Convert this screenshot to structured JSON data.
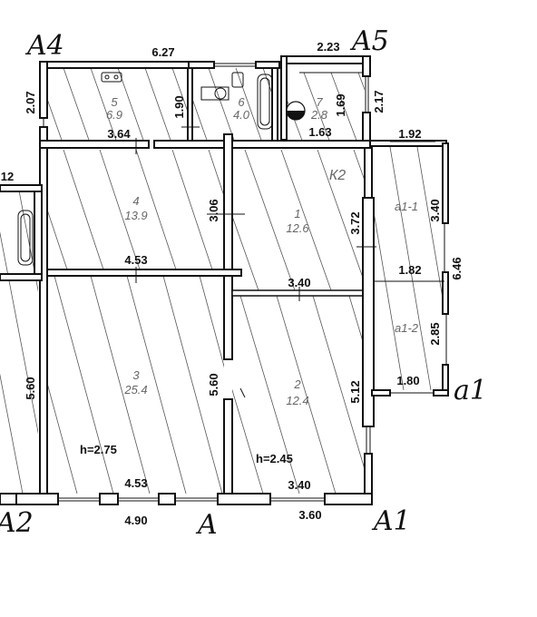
{
  "axes": {
    "a4": "A4",
    "a5": "A5",
    "a1": "A1",
    "a2": "A2",
    "a": "A",
    "a1_lower": "a1"
  },
  "rooms": [
    {
      "number": "5",
      "area": "6.9"
    },
    {
      "number": "6",
      "area": "4.0"
    },
    {
      "number": "7",
      "area": "2.8"
    },
    {
      "number": "4",
      "area": "13.9"
    },
    {
      "number": "1",
      "area": "12.6"
    },
    {
      "number": "3",
      "area": "25.4"
    },
    {
      "number": "2",
      "area": "12.4"
    },
    {
      "number": "a1-1",
      "area": ""
    },
    {
      "number": "a1-2",
      "area": ""
    }
  ],
  "corridor_mark": "К2",
  "heights": {
    "room3": "h=2.75",
    "room2": "h=2.45"
  },
  "dimensions": {
    "top_a4_width": "6.27",
    "top_a5_width": "2.23",
    "left_2_07": "2.07",
    "r5_width": "3.64",
    "r6_height": "1.90",
    "r7_width": "1.63",
    "r7_height": "1.69",
    "right_2_17": "2.17",
    "balcony_top": "1.92",
    "left_cut": "12",
    "r4_width": "4.53",
    "r4_height": "3.06",
    "r1_width": "3.40",
    "r1_height": "3.72",
    "balc1_height": "3.40",
    "balc_total": "6.46",
    "balc_mid": "1.82",
    "balc2_height": "2.85",
    "balc2_width": "1.80",
    "r3_height_left": "5.60",
    "r3_height_right": "5.60",
    "r2_height": "5.12",
    "r3_bottom_width": "4.53",
    "r2_bottom_width": "3.40",
    "outer_4_90": "4.90",
    "outer_3_60": "3.60"
  }
}
